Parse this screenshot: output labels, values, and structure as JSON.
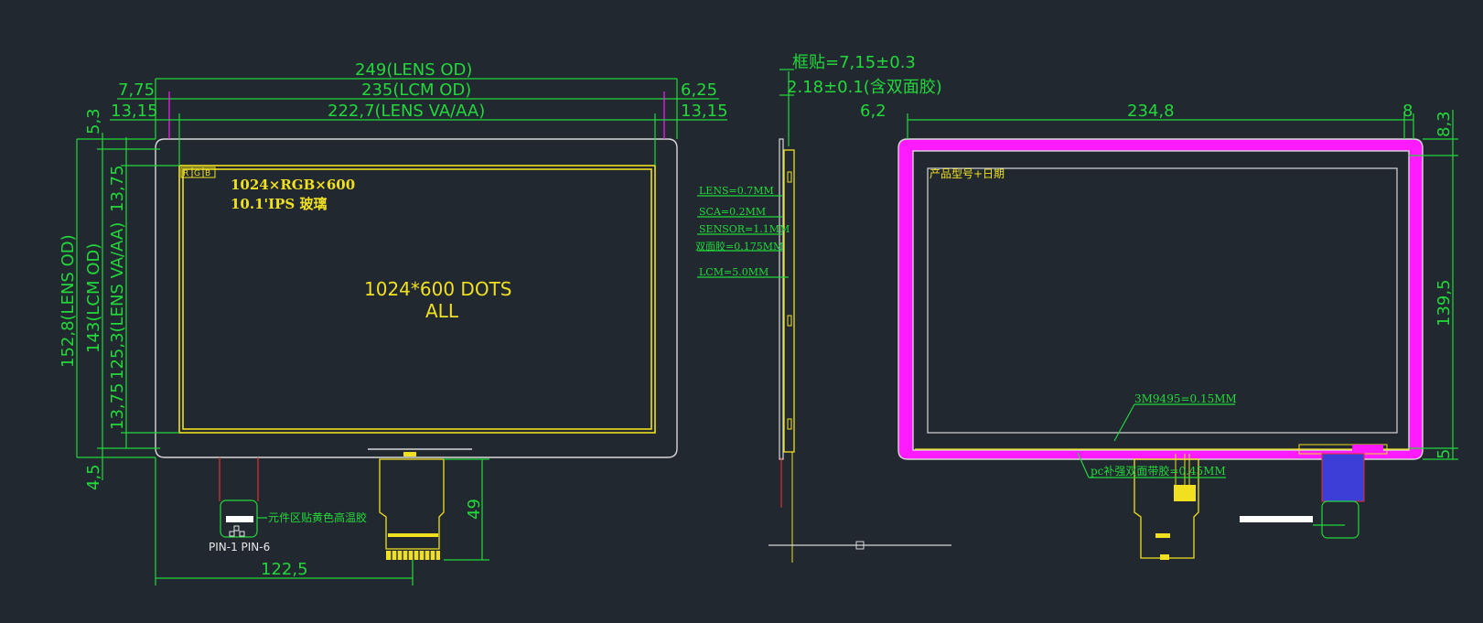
{
  "front_view": {
    "dim_lens_od_width": "249(LENS OD)",
    "dim_lcm_od_width": "235(LCM OD)",
    "dim_lens_va_width": "222,7(LENS VA/AA)",
    "dim_left_lcm_offset": "7,75",
    "dim_right_lcm_offset": "6,25",
    "dim_left_va_offset": "13,15",
    "dim_right_va_offset": "13,15",
    "dim_top_offset": "5,3",
    "dim_lens_od_height": "152,8(LENS OD)",
    "dim_lcm_od_height": "143(LCM OD)",
    "dim_va_top": "13,75",
    "dim_va_height": "125,3(LENS VA/AA)",
    "dim_va_bottom": "13,75",
    "dim_bottom_offset": "4,5",
    "dim_fpc_length": "49",
    "dim_fpc_position": "122,5",
    "rgb_box": [
      "R",
      "G",
      "B"
    ],
    "resolution_label": "1024×RGB×600",
    "panel_label": "10.1'IPS  玻璃",
    "center_line1": "1024*600   DOTS",
    "center_line2": "ALL",
    "component_note": "元件区贴黄色高温胶",
    "pin_label": "PIN-1  PIN-6"
  },
  "side_view": {
    "frame_thickness": "框贴=7,15±0.3",
    "tape_thickness": "2.18±0.1(含双面胶)",
    "layers": [
      "LENS=0.7MM",
      "SCA=0.2MM",
      "SENSOR=1.1MM",
      "双面胶=0.175MM",
      "LCM=5.0MM"
    ]
  },
  "back_view": {
    "dim_left": "6,2",
    "dim_width": "234,8",
    "dim_right": "8",
    "dim_top": "8,3",
    "dim_height": "139,5",
    "dim_bottom": "5",
    "product_label": "产品型号+日期",
    "tape_note": "3M9495=0.15MM",
    "pc_note": "pc补强双面带胶=0.45MM"
  },
  "colors": {
    "background": "#212830",
    "dimension": "#22d83a",
    "outline": "#d8d8d8",
    "highlight": "#f0e020",
    "adhesive": "#ff1aff"
  }
}
